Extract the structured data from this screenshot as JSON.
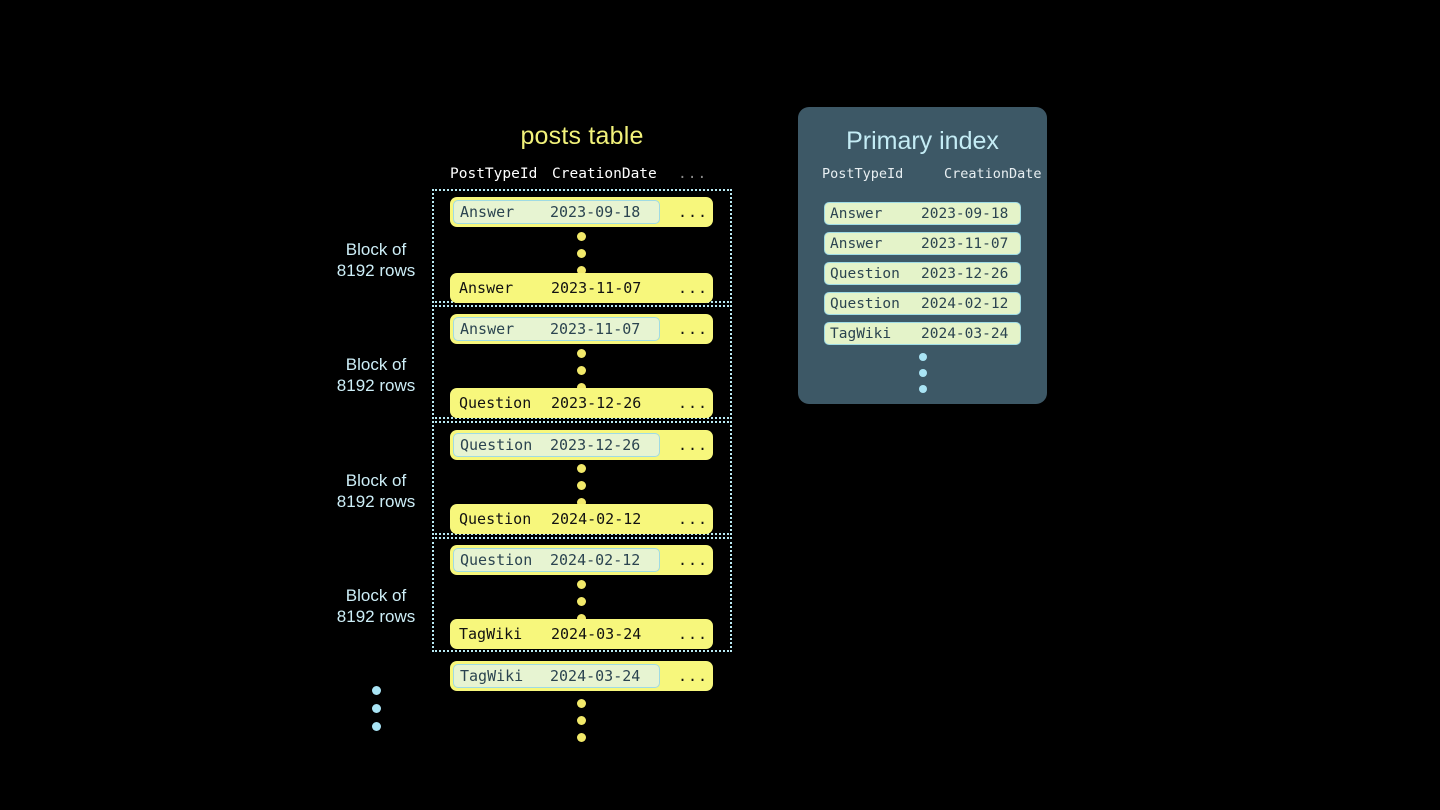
{
  "posts_table": {
    "title": "posts table",
    "columns": {
      "post_type_id": "PostTypeId",
      "creation_date": "CreationDate",
      "more": "..."
    },
    "blocks": [
      {
        "label_line1": "Block of",
        "label_line2": "8192 rows",
        "first_row": {
          "post_type_id": "Answer",
          "creation_date": "2023-09-18",
          "more": "...",
          "highlighted": true
        },
        "last_row": {
          "post_type_id": "Answer",
          "creation_date": "2023-11-07",
          "more": "...",
          "highlighted": false
        }
      },
      {
        "label_line1": "Block of",
        "label_line2": "8192 rows",
        "first_row": {
          "post_type_id": "Answer",
          "creation_date": "2023-11-07",
          "more": "...",
          "highlighted": true
        },
        "last_row": {
          "post_type_id": "Question",
          "creation_date": "2023-12-26",
          "more": "...",
          "highlighted": false
        }
      },
      {
        "label_line1": "Block of",
        "label_line2": "8192 rows",
        "first_row": {
          "post_type_id": "Question",
          "creation_date": "2023-12-26",
          "more": "...",
          "highlighted": true
        },
        "last_row": {
          "post_type_id": "Question",
          "creation_date": "2024-02-12",
          "more": "...",
          "highlighted": false
        }
      },
      {
        "label_line1": "Block of",
        "label_line2": "8192 rows",
        "first_row": {
          "post_type_id": "Question",
          "creation_date": "2024-02-12",
          "more": "...",
          "highlighted": true
        },
        "last_row": {
          "post_type_id": "TagWiki",
          "creation_date": "2024-03-24",
          "more": "...",
          "highlighted": false
        }
      }
    ],
    "trailing_row": {
      "post_type_id": "TagWiki",
      "creation_date": "2024-03-24",
      "more": "...",
      "highlighted": true
    }
  },
  "primary_index": {
    "title": "Primary index",
    "columns": {
      "post_type_id": "PostTypeId",
      "creation_date": "CreationDate"
    },
    "rows": [
      {
        "post_type_id": "Answer",
        "creation_date": "2023-09-18"
      },
      {
        "post_type_id": "Answer",
        "creation_date": "2023-11-07"
      },
      {
        "post_type_id": "Question",
        "creation_date": "2023-12-26"
      },
      {
        "post_type_id": "Question",
        "creation_date": "2024-02-12"
      },
      {
        "post_type_id": "TagWiki",
        "creation_date": "2024-03-24"
      }
    ]
  },
  "colors": {
    "background": "#000000",
    "row_yellow": "#f7f77c",
    "highlight_green": "#e7f4d2",
    "highlight_border_cyan": "#9fdbe4",
    "block_border_cyan": "#b8e9f2",
    "panel_slate": "#3d5866",
    "title_yellow": "#f2f27a",
    "title_cyan": "#c4ecf5",
    "dot_yellow": "#f2e96a",
    "dot_cyan": "#a9e4f5"
  }
}
